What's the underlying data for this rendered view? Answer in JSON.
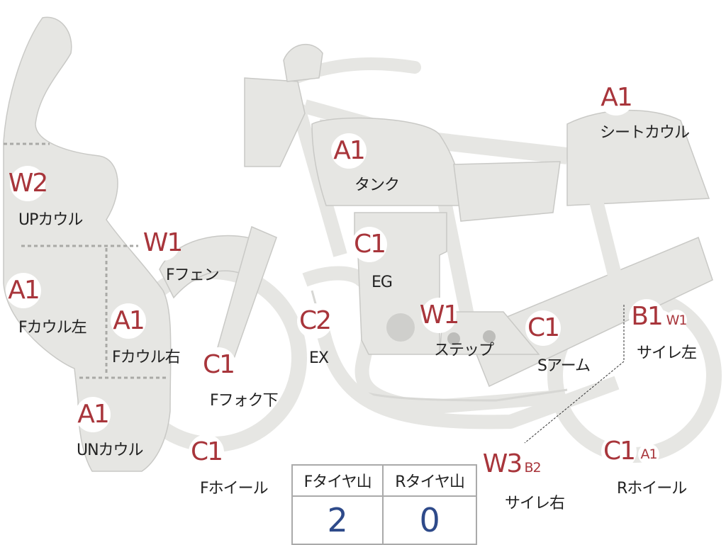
{
  "parts": [
    {
      "code": "W2",
      "label": "UPカウル"
    },
    {
      "code": "W1",
      "label": "Fフェン"
    },
    {
      "code": "A1",
      "label": "Fカウル左"
    },
    {
      "code": "A1",
      "label": "Fカウル右"
    },
    {
      "code": "C1",
      "label": "Fフォク下"
    },
    {
      "code": "A1",
      "label": "UNカウル"
    },
    {
      "code": "C1",
      "label": "Fホイール"
    },
    {
      "code": "C2",
      "label": "EX"
    },
    {
      "code": "A1",
      "label": "タンク"
    },
    {
      "code": "C1",
      "label": "EG"
    },
    {
      "code": "W1",
      "label": "ステップ"
    },
    {
      "code": "C1",
      "label": "Sアーム"
    },
    {
      "code": "A1",
      "label": "シートカウル"
    },
    {
      "code": "B1",
      "code2": "W1",
      "label": "サイレ左"
    },
    {
      "code": "W3",
      "code2": "B2",
      "label": "サイレ右"
    },
    {
      "code": "C1",
      "code2": "A1",
      "label": "Rホイール"
    }
  ],
  "tire_table": {
    "headers": [
      "Fタイヤ山",
      "Rタイヤ山"
    ],
    "values": [
      "2",
      "0"
    ]
  },
  "colors": {
    "marker_text": "#a8353b",
    "value_text": "#2e4a8a",
    "part_fill": "#e6e6e3"
  }
}
